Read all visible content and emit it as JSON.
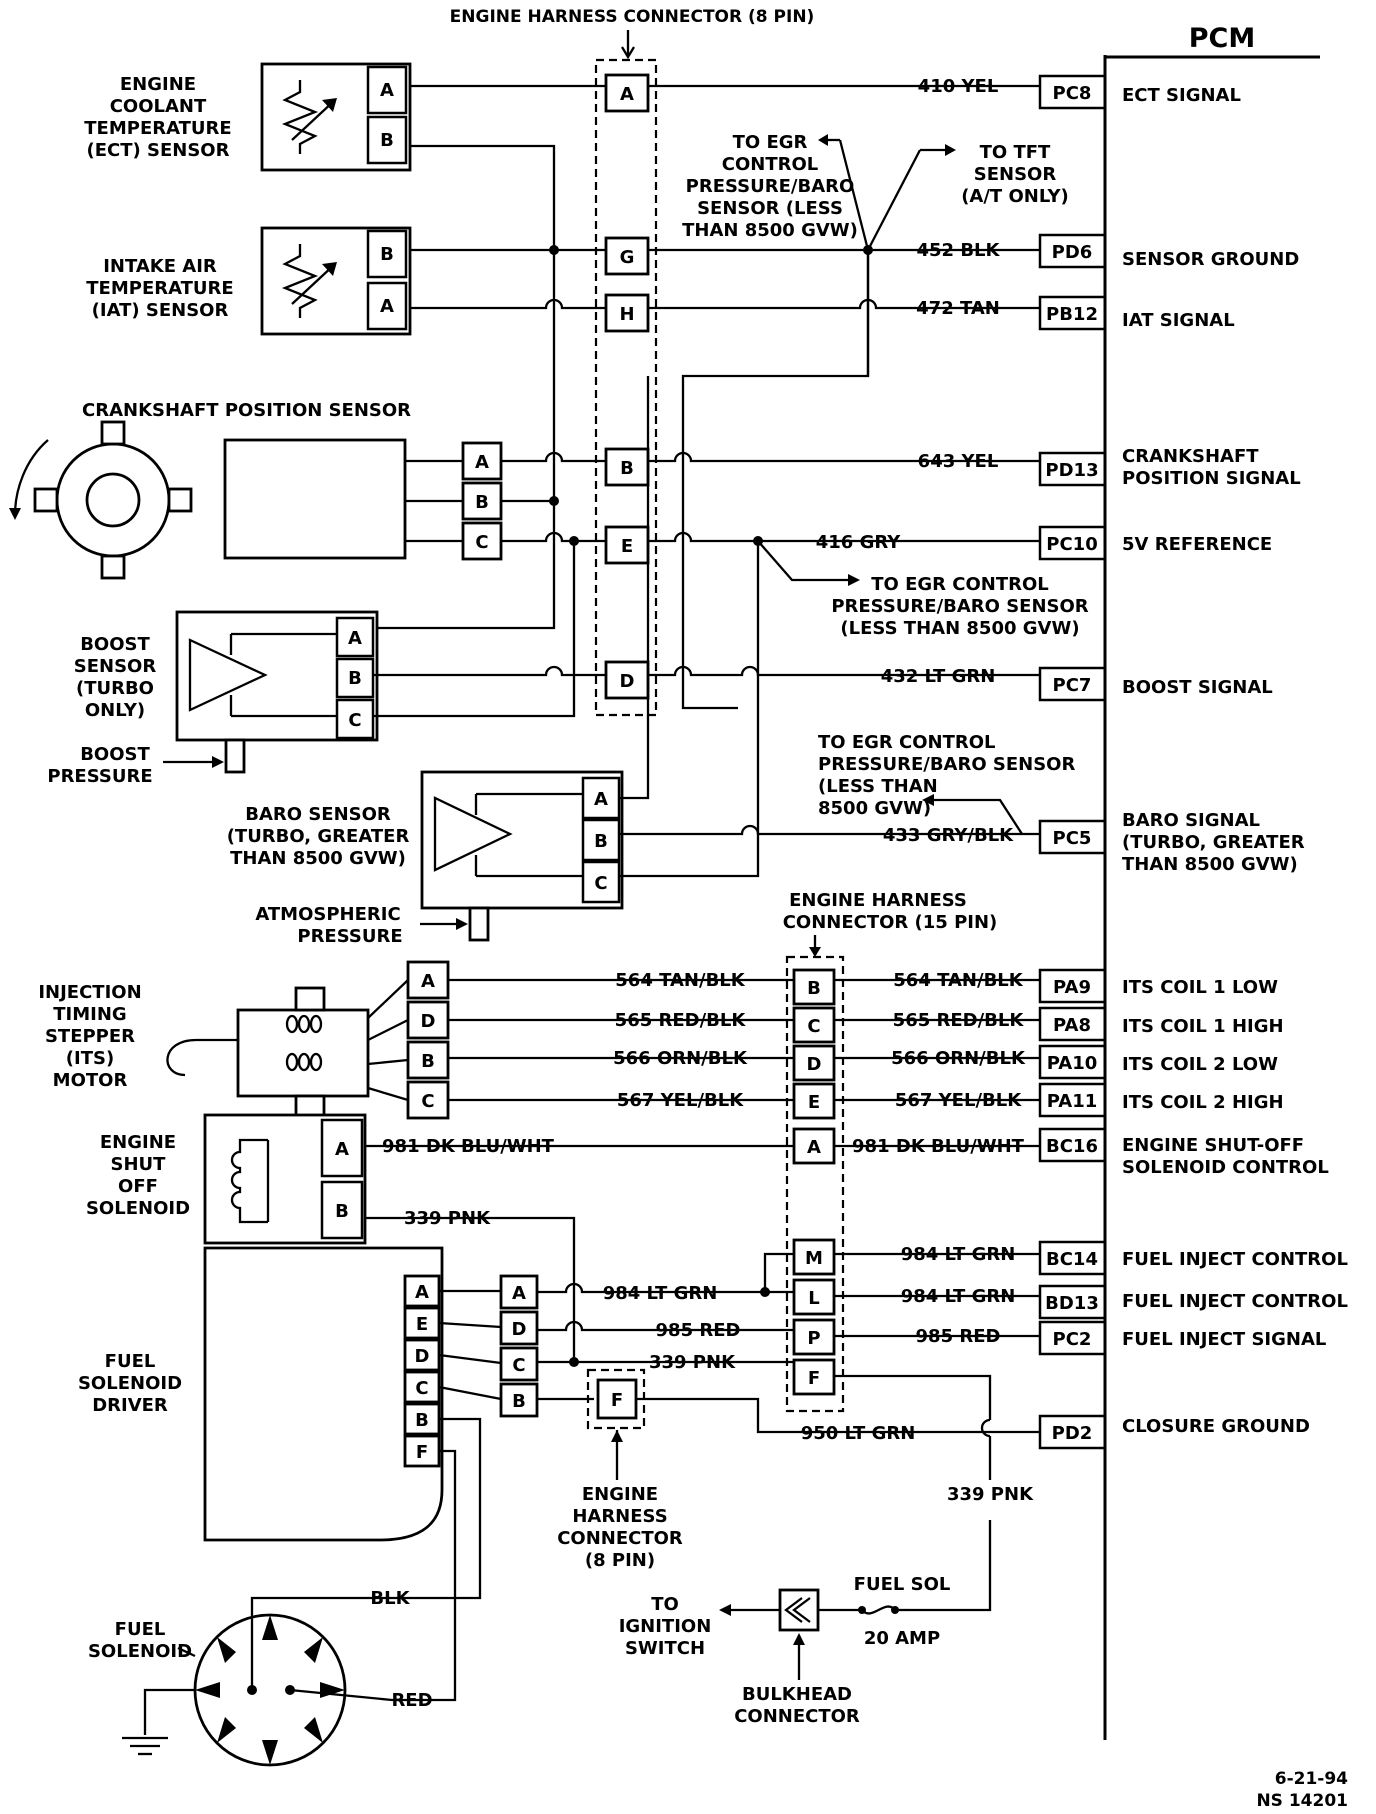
{
  "pcm": {
    "title": "PCM"
  },
  "connectors": {
    "harness_8pin_top": "ENGINE HARNESS CONNECTOR (8 PIN)",
    "harness_15pin": [
      "ENGINE HARNESS",
      "CONNECTOR (15 PIN)"
    ],
    "harness_8pin_bottom": [
      "ENGINE",
      "HARNESS",
      "CONNECTOR",
      "(8 PIN)"
    ],
    "bulkhead": [
      "BULKHEAD",
      "CONNECTOR"
    ]
  },
  "components": {
    "ect": [
      "ENGINE",
      "COOLANT",
      "TEMPERATURE",
      "(ECT) SENSOR"
    ],
    "iat": [
      "INTAKE AIR",
      "TEMPERATURE",
      "(IAT) SENSOR"
    ],
    "ckp": "CRANKSHAFT POSITION SENSOR",
    "boost": [
      "BOOST",
      "SENSOR",
      "(TURBO",
      "ONLY)"
    ],
    "boost_pressure": [
      "BOOST",
      "PRESSURE"
    ],
    "baro": [
      "BARO SENSOR",
      "(TURBO, GREATER",
      "THAN 8500 GVW)"
    ],
    "atmospheric": [
      "ATMOSPHERIC",
      "PRESSURE"
    ],
    "its": [
      "INJECTION",
      "TIMING",
      "STEPPER",
      "(ITS)",
      "MOTOR"
    ],
    "shutoff": [
      "ENGINE",
      "SHUT",
      "OFF",
      "SOLENOID"
    ],
    "driver": [
      "FUEL",
      "SOLENOID",
      "DRIVER"
    ],
    "fuel_solenoid": [
      "FUEL",
      "SOLENOID"
    ]
  },
  "notes": {
    "egr_top": [
      "TO EGR",
      "CONTROL",
      "PRESSURE/BARO",
      "SENSOR (LESS",
      "THAN 8500 GVW)"
    ],
    "tft": [
      "TO TFT",
      "SENSOR",
      "(A/T ONLY)"
    ],
    "egr_mid": [
      "TO EGR CONTROL",
      "PRESSURE/BARO SENSOR",
      "(LESS THAN 8500 GVW)"
    ],
    "egr_baro": [
      "TO EGR CONTROL",
      "PRESSURE/BARO SENSOR",
      "(LESS THAN",
      "8500 GVW)"
    ],
    "ignition": [
      "TO",
      "IGNITION",
      "SWITCH"
    ],
    "fuse_name": "FUEL SOL",
    "fuse_rating": "20 AMP"
  },
  "wires": {
    "w410": "410 YEL",
    "w452": "452 BLK",
    "w472": "472 TAN",
    "w643": "643 YEL",
    "w416": "416 GRY",
    "w432": "432 LT GRN",
    "w433": "433 GRY/BLK",
    "w564": "564 TAN/BLK",
    "w565": "565 RED/BLK",
    "w566": "566 ORN/BLK",
    "w567": "567 YEL/BLK",
    "w981": "981 DK BLU/WHT",
    "w339": "339 PNK",
    "w984": "984 LT GRN",
    "w985": "985 RED",
    "w950": "950 LT GRN",
    "blk": "BLK",
    "red": "RED"
  },
  "pcm_pins": [
    {
      "pin": "PC8",
      "signal": [
        "ECT SIGNAL"
      ]
    },
    {
      "pin": "PD6",
      "signal": [
        "SENSOR GROUND"
      ]
    },
    {
      "pin": "PB12",
      "signal": [
        "IAT SIGNAL"
      ]
    },
    {
      "pin": "PD13",
      "signal": [
        "CRANKSHAFT",
        "POSITION SIGNAL"
      ]
    },
    {
      "pin": "PC10",
      "signal": [
        "5V REFERENCE"
      ]
    },
    {
      "pin": "PC7",
      "signal": [
        "BOOST SIGNAL"
      ]
    },
    {
      "pin": "PC5",
      "signal": [
        "BARO SIGNAL",
        "(TURBO, GREATER",
        "THAN 8500 GVW)"
      ]
    },
    {
      "pin": "PA9",
      "signal": [
        "ITS COIL 1 LOW"
      ]
    },
    {
      "pin": "PA8",
      "signal": [
        "ITS COIL 1 HIGH"
      ]
    },
    {
      "pin": "PA10",
      "signal": [
        "ITS COIL 2 LOW"
      ]
    },
    {
      "pin": "PA11",
      "signal": [
        "ITS COIL 2 HIGH"
      ]
    },
    {
      "pin": "BC16",
      "signal": [
        "ENGINE SHUT-OFF",
        "SOLENOID CONTROL"
      ]
    },
    {
      "pin": "BC14",
      "signal": [
        "FUEL INJECT CONTROL"
      ]
    },
    {
      "pin": "BD13",
      "signal": [
        "FUEL INJECT CONTROL"
      ]
    },
    {
      "pin": "PC2",
      "signal": [
        "FUEL INJECT SIGNAL"
      ]
    },
    {
      "pin": "PD2",
      "signal": [
        "CLOSURE GROUND"
      ]
    }
  ],
  "pins": {
    "A": "A",
    "B": "B",
    "C": "C",
    "D": "D",
    "E": "E",
    "F": "F",
    "G": "G",
    "H": "H",
    "L": "L",
    "M": "M",
    "P": "P"
  },
  "footer": {
    "date": "6-21-94",
    "code": "NS 14201"
  }
}
